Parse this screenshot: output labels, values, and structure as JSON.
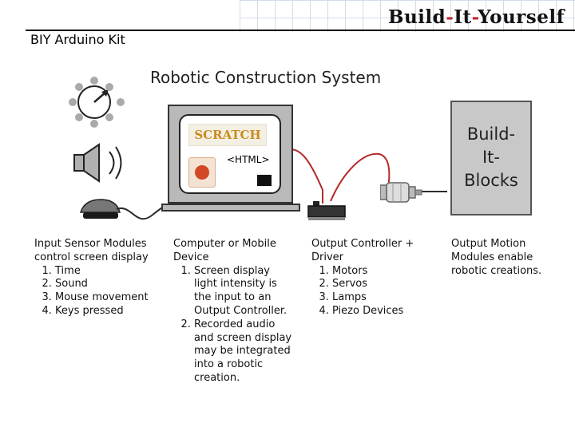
{
  "header": {
    "title": "BIY Arduino Kit",
    "brand_logo": "Build-It-Yourself"
  },
  "main_title": "Robotic Construction System",
  "screen": {
    "scratch_logo": "SCRATCH",
    "html_label": "<HTML>"
  },
  "biy_box": {
    "line1": "Build-",
    "line2": "It-",
    "line3": "Blocks"
  },
  "columns": {
    "input": {
      "heading_line1": "Input Sensor Modules",
      "heading_line2": "control screen display",
      "items": [
        "Time",
        "Sound",
        "Mouse movement",
        "Keys pressed"
      ]
    },
    "computer": {
      "heading_line1": "Computer or Mobile",
      "heading_line2": "Device",
      "items": [
        "Screen display light intensity  is the input to an Output Controller.",
        "Recorded audio and screen display may be integrated into a robotic creation."
      ]
    },
    "output_controller": {
      "heading_line1": "Output Controller +",
      "heading_line2": "Driver",
      "items": [
        "Motors",
        "Servos",
        "Lamps",
        "Piezo Devices"
      ]
    },
    "output_motion": {
      "text": "Output Motion Modules enable robotic creations."
    }
  },
  "colors": {
    "cable": "#b52a2a",
    "cable_dark": "#2b2b2b",
    "box_gray": "#c8c8c8",
    "monitor_gray": "#b9b9b9"
  },
  "icons": [
    "sensor-dial-icon",
    "speaker-icon",
    "mouse-icon",
    "motor-icon",
    "controller-board-icon",
    "powerpoint-icon"
  ]
}
